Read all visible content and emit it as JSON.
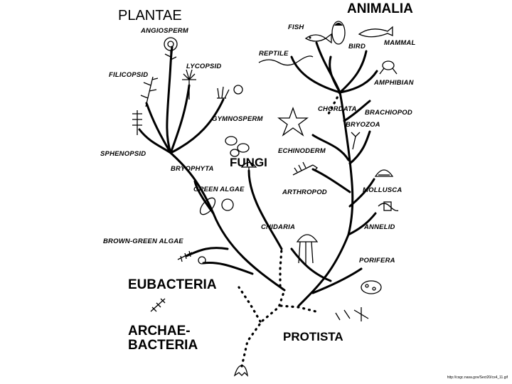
{
  "kingdoms": {
    "plantae": "PLANTAE",
    "animalia": "ANIMALIA",
    "fungi": "FUNGI",
    "eubacteria": "EUBACTERIA",
    "archaebacteria": "ARCHAE-\nBACTERIA",
    "protista": "PROTISTA"
  },
  "groups": {
    "angiosperm": "ANGIOSPERM",
    "lycopsid": "LYCOPSID",
    "filicopsid": "FILICOPSID",
    "sphenopsid": "SPHENOPSID",
    "bryophyta": "BRYOPHYTA",
    "gymnosperm": "GYMNOSPERM",
    "green_algae": "GREEN ALGAE",
    "brown_green_algae": "BROWN-GREEN ALGAE",
    "fish": "FISH",
    "reptile": "REPTILE",
    "bird": "BIRD",
    "mammal": "MAMMAL",
    "amphibian": "AMPHIBIAN",
    "chordata": "CHORDATA",
    "brachiopod": "BRACHIOPOD",
    "bryozoa": "BRYOZOA",
    "echinoderm": "ECHINODERM",
    "arthropod": "ARTHROPOD",
    "mollusca": "MOLLUSCA",
    "cnidaria": "CNIDARIA",
    "annelid": "ANNELID",
    "porifera": "PORIFERA"
  },
  "credit": "http://csgc.nasa.gov/Sect20/cs4_11.gif",
  "colors": {
    "ink": "#000000",
    "background": "#ffffff"
  },
  "icons": [
    "flower-icon",
    "tree-icon",
    "fern-icon",
    "horsetail-icon",
    "moss-icon",
    "cone-icon",
    "mushroom-icon",
    "diatom-icon",
    "seaweed-icon",
    "bacteria-icon",
    "archaea-icon",
    "protist-icon",
    "fish-icon",
    "snake-icon",
    "penguin-icon",
    "whale-icon",
    "frog-icon",
    "lamp-shell-icon",
    "bryozoan-icon",
    "starfish-icon",
    "crayfish-icon",
    "clam-icon",
    "worm-icon",
    "jellyfish-icon",
    "sponge-icon"
  ]
}
